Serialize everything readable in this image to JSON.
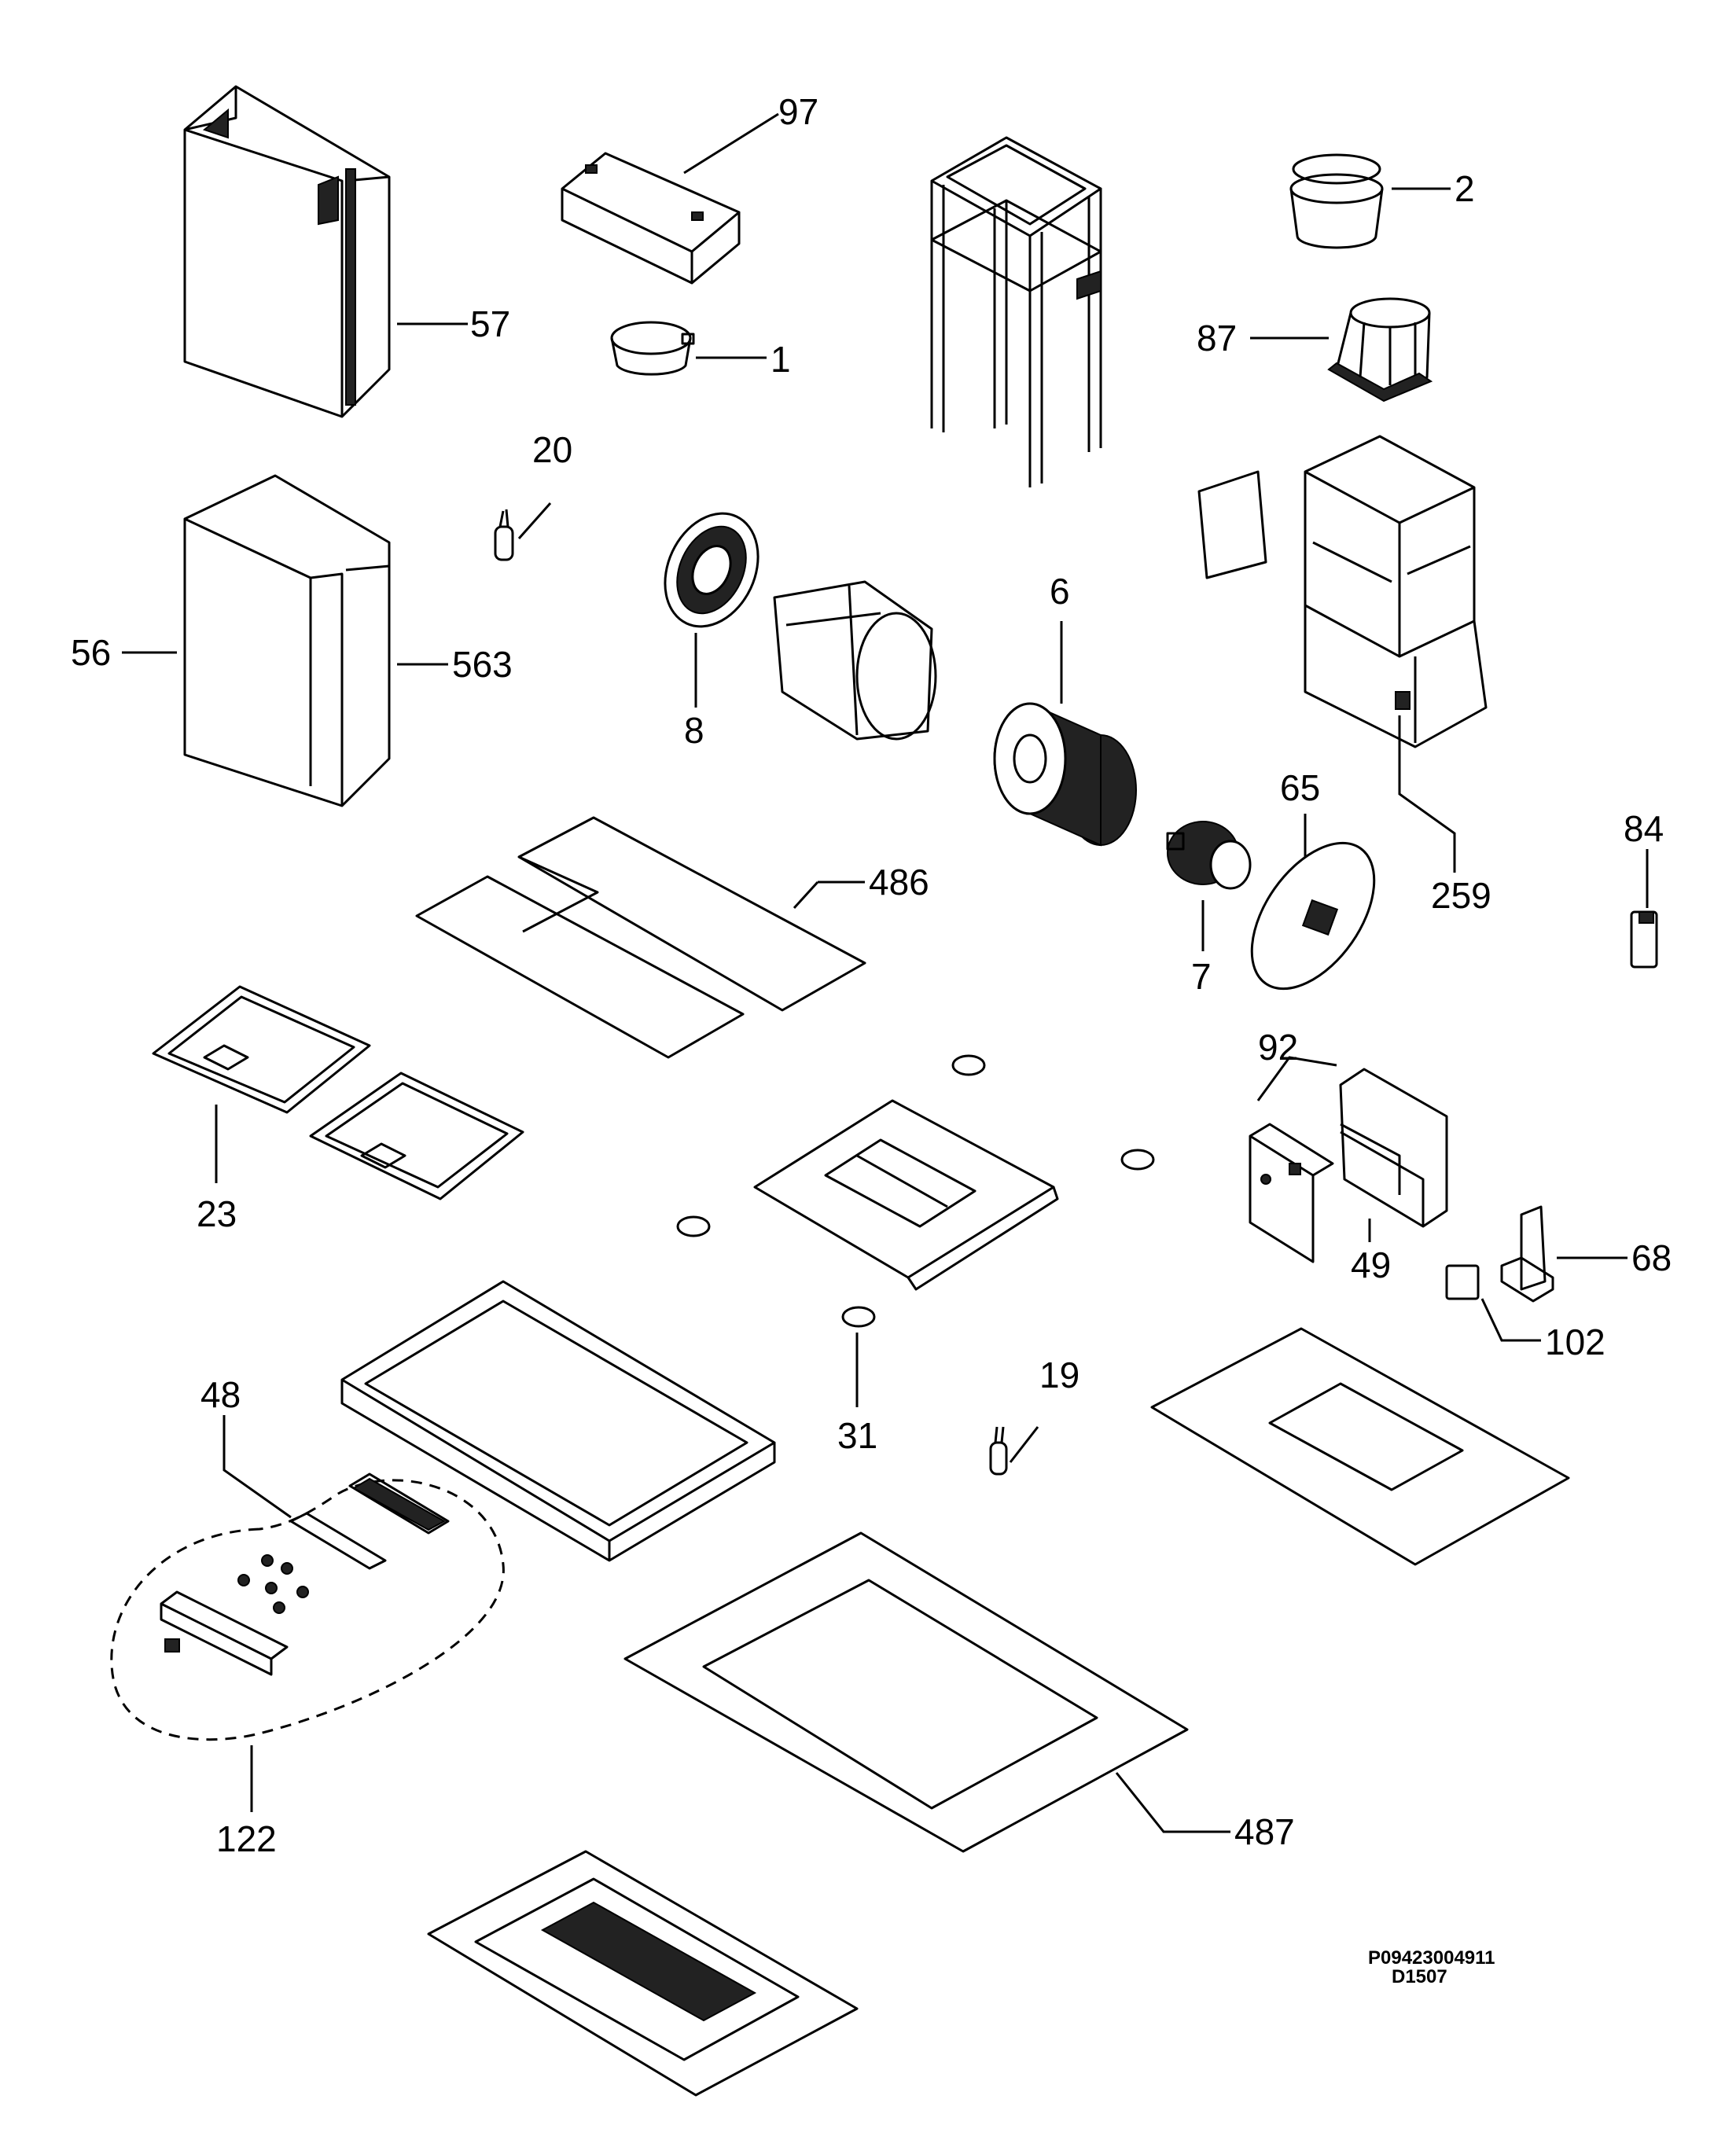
{
  "labels": {
    "p97": "97",
    "p2": "2",
    "p57": "57",
    "p1": "1",
    "p87": "87",
    "p20": "20",
    "p6": "6",
    "p56": "56",
    "p563": "563",
    "p8": "8",
    "p65": "65",
    "p84": "84",
    "p486": "486",
    "p259": "259",
    "p7": "7",
    "p92": "92",
    "p23": "23",
    "p68": "68",
    "p49": "49",
    "p102": "102",
    "p48": "48",
    "p19": "19",
    "p31": "31",
    "p487": "487",
    "p122": "122"
  },
  "drawing_code": {
    "line1": "P09423004911",
    "line2": "D1507"
  }
}
